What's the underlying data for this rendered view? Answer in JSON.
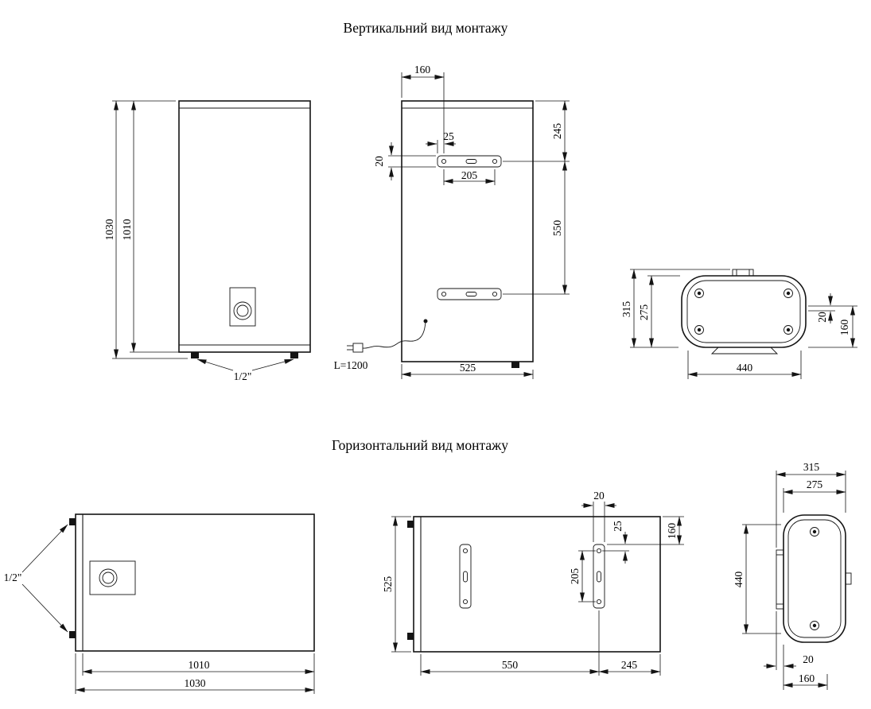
{
  "sections": {
    "vertical": {
      "title": "Вертикальний вид монтажу",
      "front": {
        "height_outer": "1030",
        "height_inner": "1010",
        "connection": "1/2\""
      },
      "side": {
        "top_offset": "160",
        "hole_edge": "25",
        "bracket_height": "20",
        "hole_spacing": "205",
        "top_to_bracket": "245",
        "bracket_gap": "550",
        "width": "525",
        "cable_length": "L=1200"
      },
      "top": {
        "depth_outer": "315",
        "depth_inner": "275",
        "offset_small": "20",
        "offset_large": "160",
        "width": "440"
      }
    },
    "horizontal": {
      "title": "Горизонтальний вид монтажу",
      "front": {
        "connection": "1/2\"",
        "length_inner": "1010",
        "length_outer": "1030"
      },
      "side": {
        "bracket_width": "20",
        "hole_edge": "25",
        "top_offset": "160",
        "hole_spacing": "205",
        "depth": "525",
        "span_left": "550",
        "span_right": "245"
      },
      "top": {
        "width_outer": "315",
        "width_inner": "275",
        "height": "440",
        "offset_small": "20",
        "offset_large": "160"
      }
    }
  }
}
